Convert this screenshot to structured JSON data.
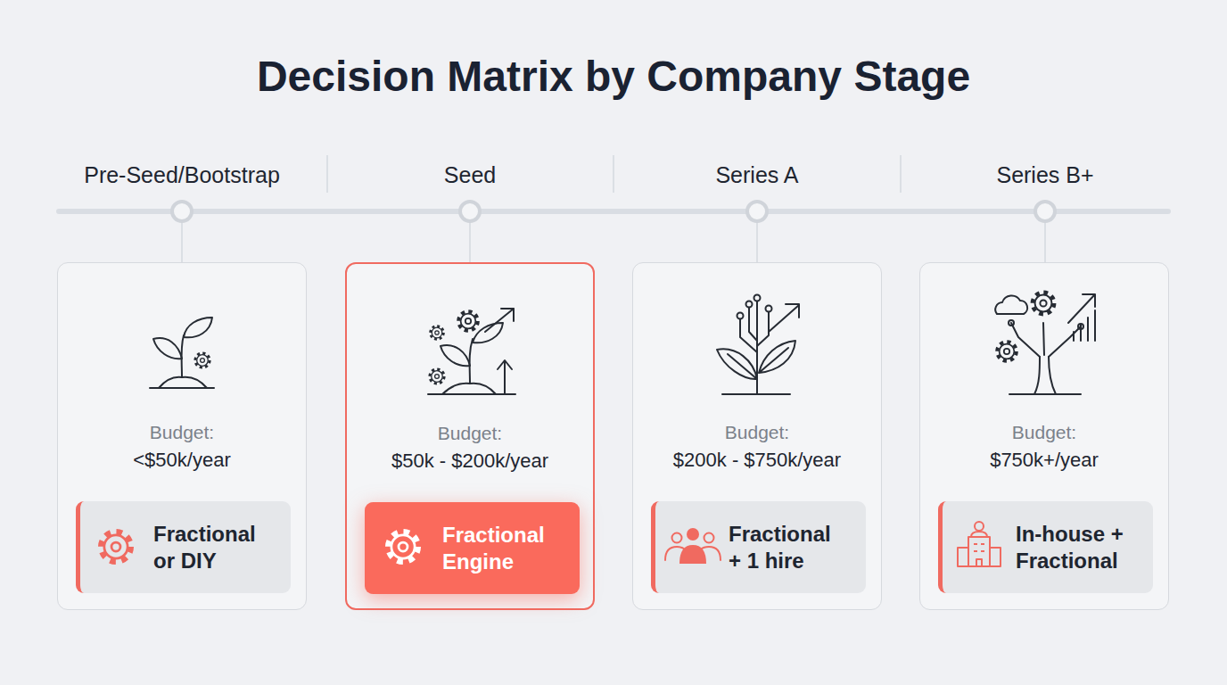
{
  "diagram": {
    "title": "Decision Matrix by Company Stage",
    "nodes": [
      {
        "text": [
          "Budget:",
          "<$50k/year"
        ]
      },
      {
        "text": [
          "Fractional or DIY"
        ],
        "in": 0
      },
      {
        "text": [
          "Budget:",
          "$50k - $200k/year"
        ]
      },
      {
        "text": [
          "Fractional Engine"
        ],
        "in": 2
      },
      {
        "text": [
          "Budget:",
          "$200k - $750k/year"
        ]
      },
      {
        "text": [
          "Fractional + 1 hire"
        ],
        "in": 4
      },
      {
        "text": [
          "Budget:",
          "$750k+/year"
        ]
      },
      {
        "text": [
          "In-house + Fractional"
        ],
        "in": 6
      }
    ],
    "labels": [
      "Pre-Seed/Bootstrap",
      "Seed",
      "Series A",
      "Series B+"
    ]
  }
}
